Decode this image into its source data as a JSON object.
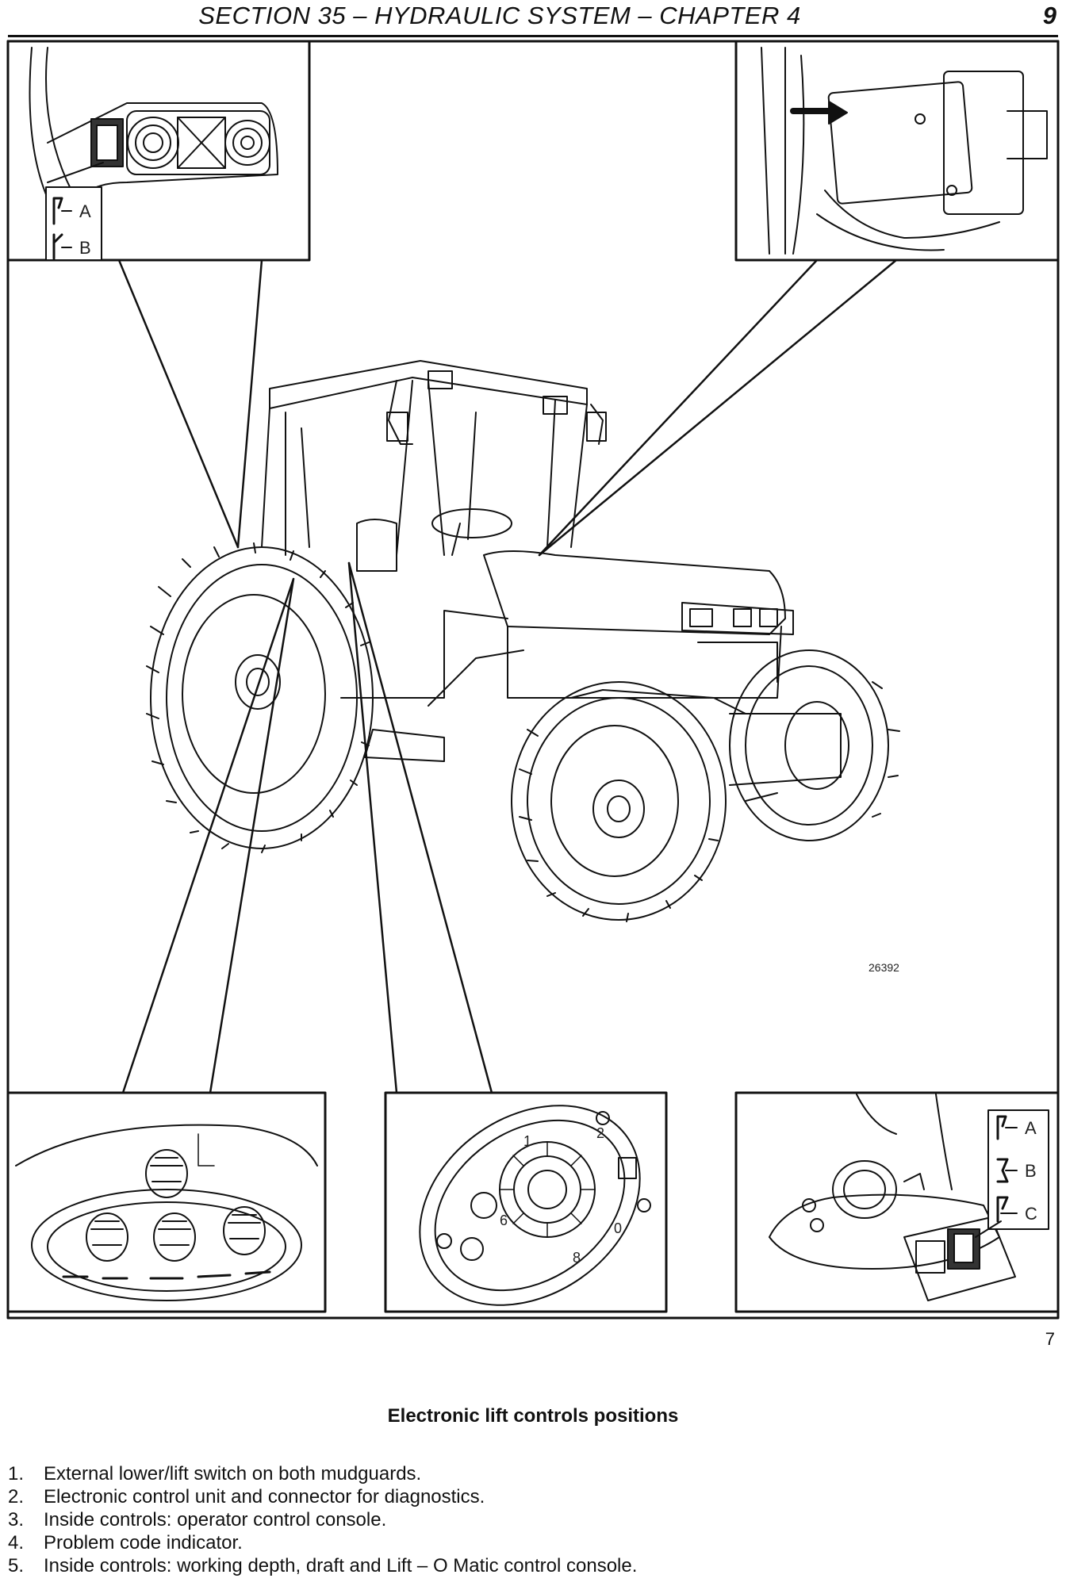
{
  "header": {
    "title": "SECTION 35 – HYDRAULIC SYSTEM – CHAPTER 4",
    "page_number": "9"
  },
  "figure": {
    "ref_code": "26392",
    "number": "7",
    "panel_labels": {
      "mudguard_switch": [
        "A",
        "B"
      ],
      "console_switch": [
        "A",
        "B",
        "C"
      ]
    },
    "dial_numbers": [
      "1",
      "2",
      "6",
      "0",
      "8"
    ]
  },
  "caption": "Electronic lift controls positions",
  "legend": [
    {
      "num": "1.",
      "text": "External lower/lift switch on both mudguards."
    },
    {
      "num": "2.",
      "text": "Electronic control unit and connector for diagnostics."
    },
    {
      "num": "3.",
      "text": "Inside controls: operator control console."
    },
    {
      "num": "4.",
      "text": "Problem code indicator."
    },
    {
      "num": "5.",
      "text": "Inside controls:  working depth, draft and Lift – O Matic control console."
    }
  ]
}
